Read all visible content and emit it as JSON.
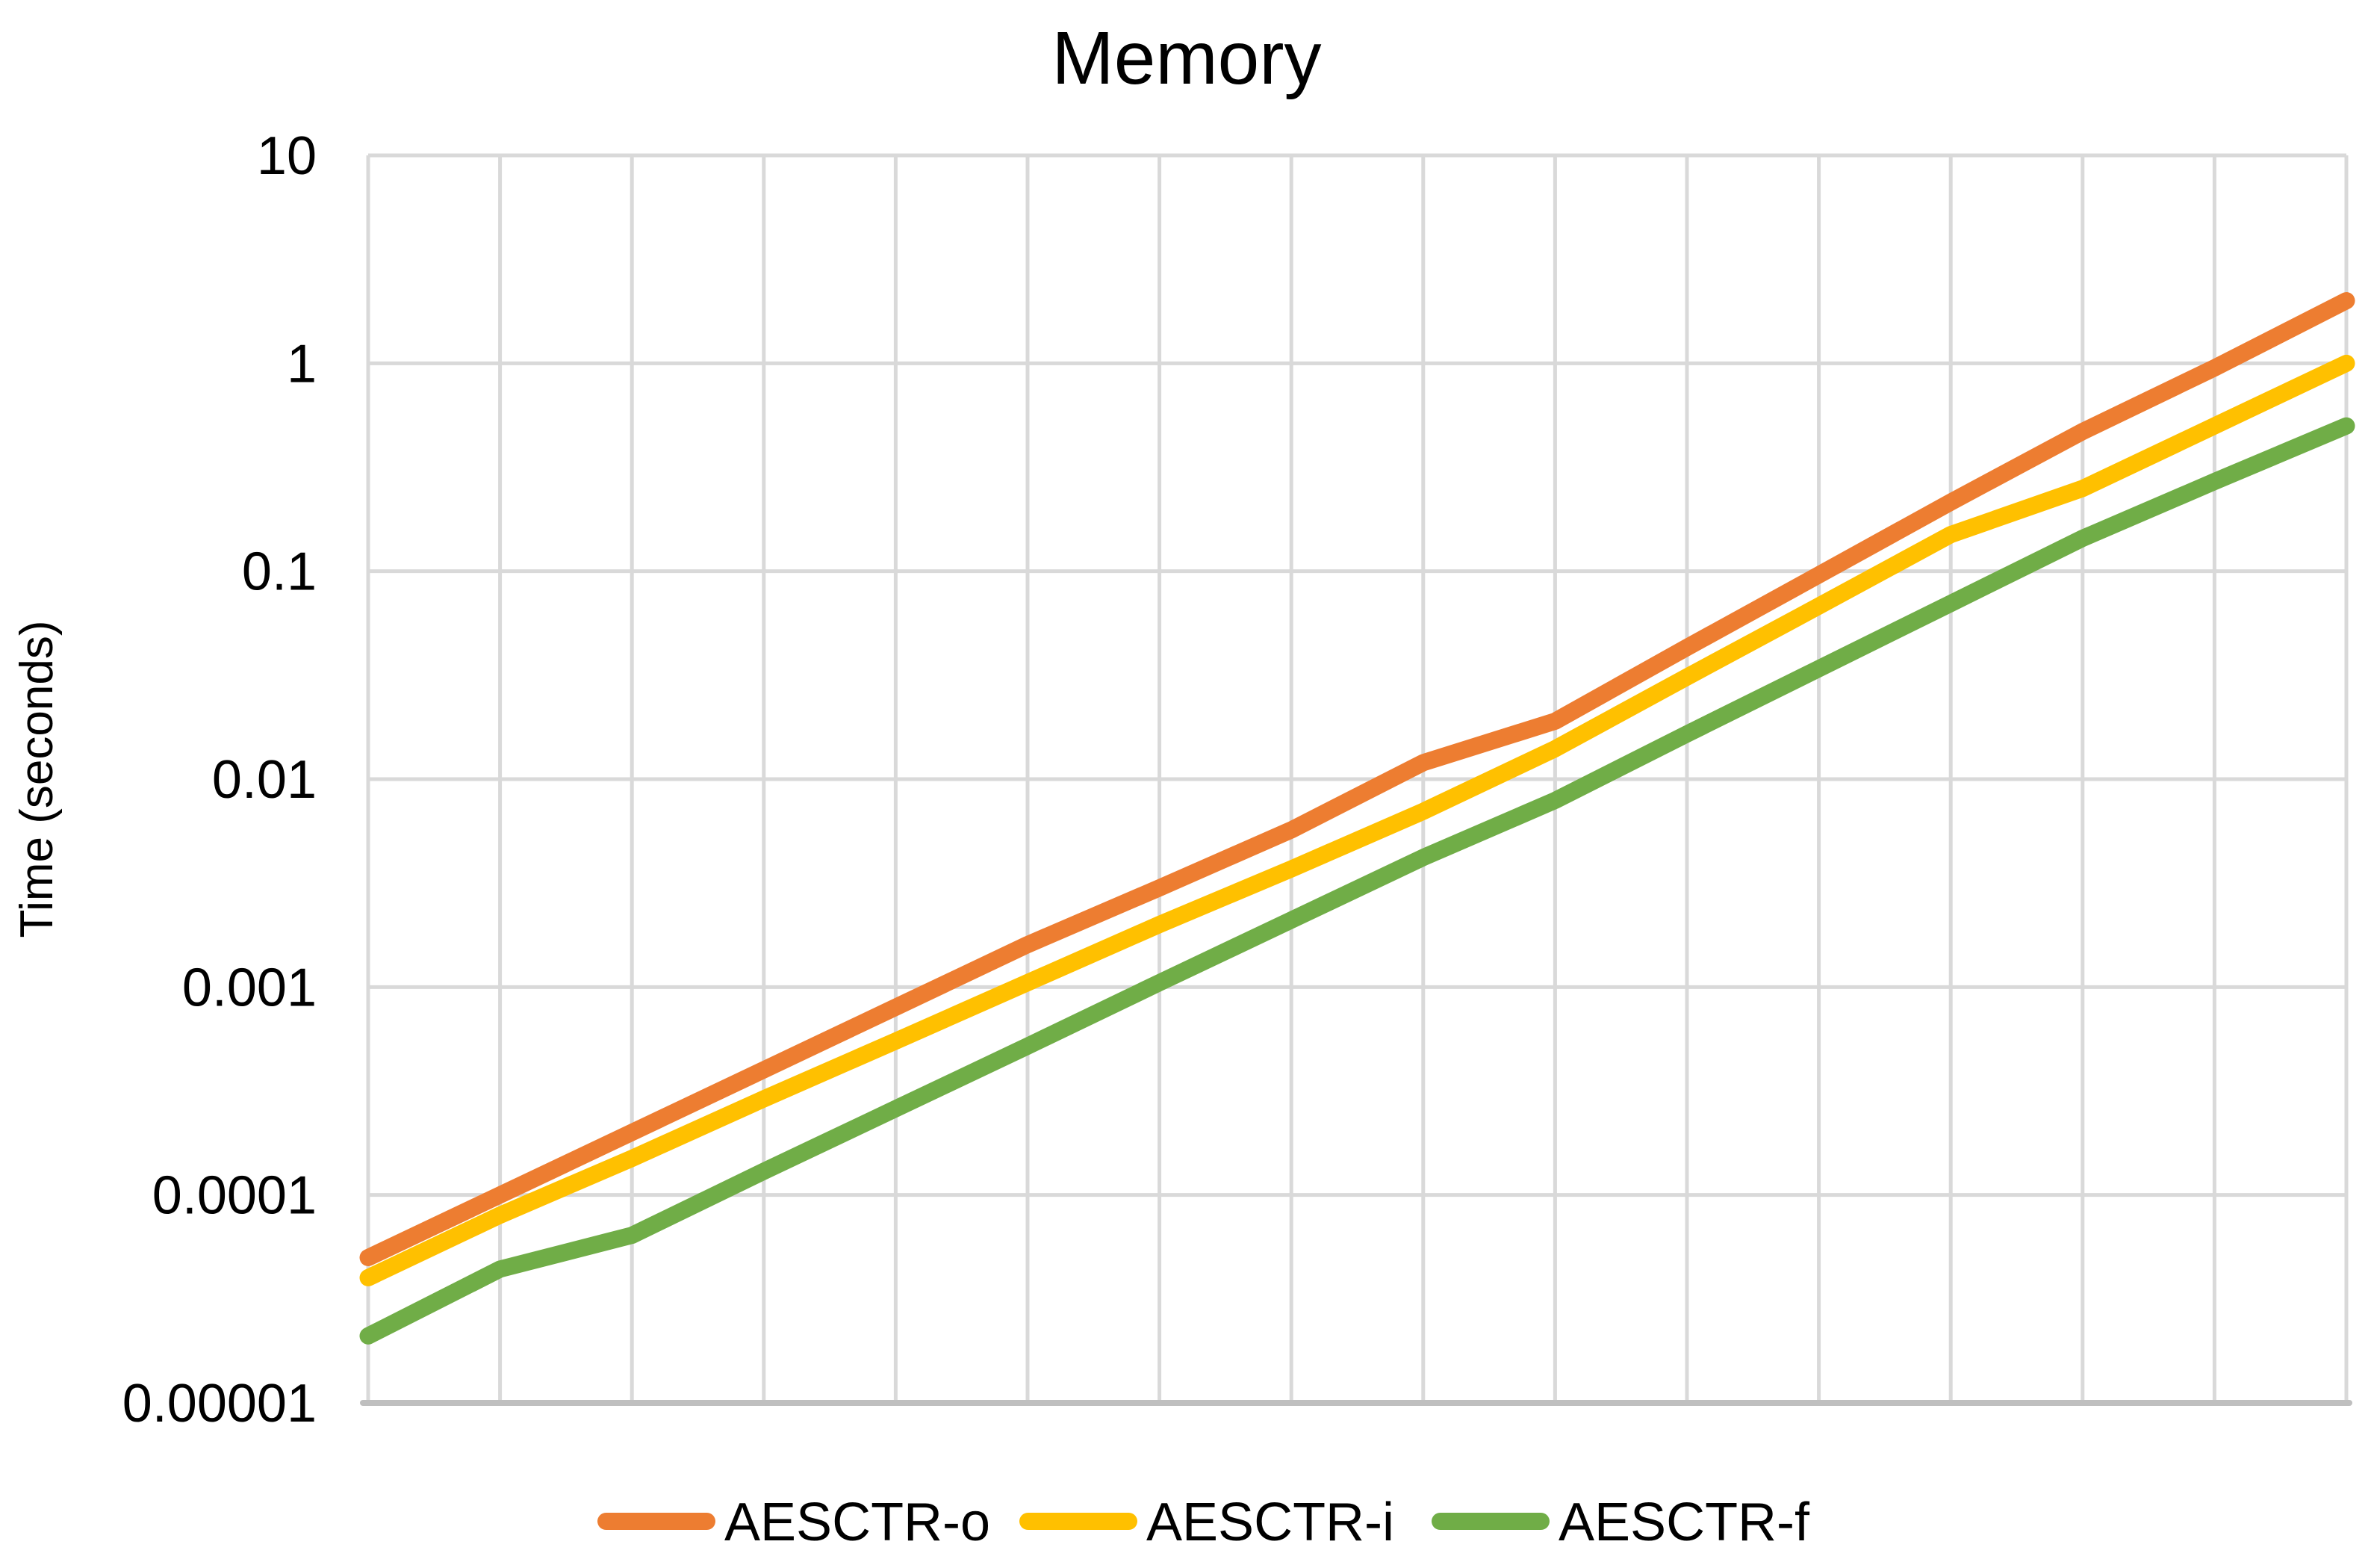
{
  "chart_data": {
    "type": "line",
    "title": "Memory",
    "xlabel": "",
    "ylabel": "Time (seconds)",
    "y_scale": "log",
    "ylim": [
      1e-05,
      10
    ],
    "y_tick_labels": [
      "10",
      "1",
      "0.1",
      "0.01",
      "0.001",
      "0.0001",
      "0.00001"
    ],
    "y_tick_values": [
      10,
      1,
      0.1,
      0.01,
      0.001,
      0.0001,
      1e-05
    ],
    "x_tick_labels": [],
    "grid": true,
    "legend_position": "bottom",
    "x": [
      1,
      2,
      3,
      4,
      5,
      6,
      7,
      8,
      9,
      10,
      11,
      12,
      13,
      14,
      15,
      16
    ],
    "series": [
      {
        "name": "AESCTR-o",
        "color": "#ED7D31",
        "values": [
          5e-05,
          0.0001,
          0.0002,
          0.0004,
          0.0008,
          0.0016,
          0.003,
          0.0057,
          0.012,
          0.019,
          0.043,
          0.096,
          0.215,
          0.47,
          0.95,
          2.0
        ]
      },
      {
        "name": "AESCTR-i",
        "color": "#FFC000",
        "values": [
          4e-05,
          8e-05,
          0.00015,
          0.00029,
          0.00055,
          0.00105,
          0.002,
          0.0037,
          0.007,
          0.014,
          0.031,
          0.068,
          0.15,
          0.25,
          0.5,
          1.0
        ]
      },
      {
        "name": "AESCTR-f",
        "color": "#70AD47",
        "values": [
          2.1e-05,
          4.4e-05,
          6.4e-05,
          0.00013,
          0.00026,
          0.00052,
          0.00105,
          0.0021,
          0.0042,
          0.0079,
          0.0165,
          0.034,
          0.07,
          0.144,
          0.27,
          0.5
        ]
      }
    ]
  },
  "colors": {
    "gridline": "#D9D9D9",
    "axis_line": "#BFBFBF",
    "text": "#000000"
  }
}
